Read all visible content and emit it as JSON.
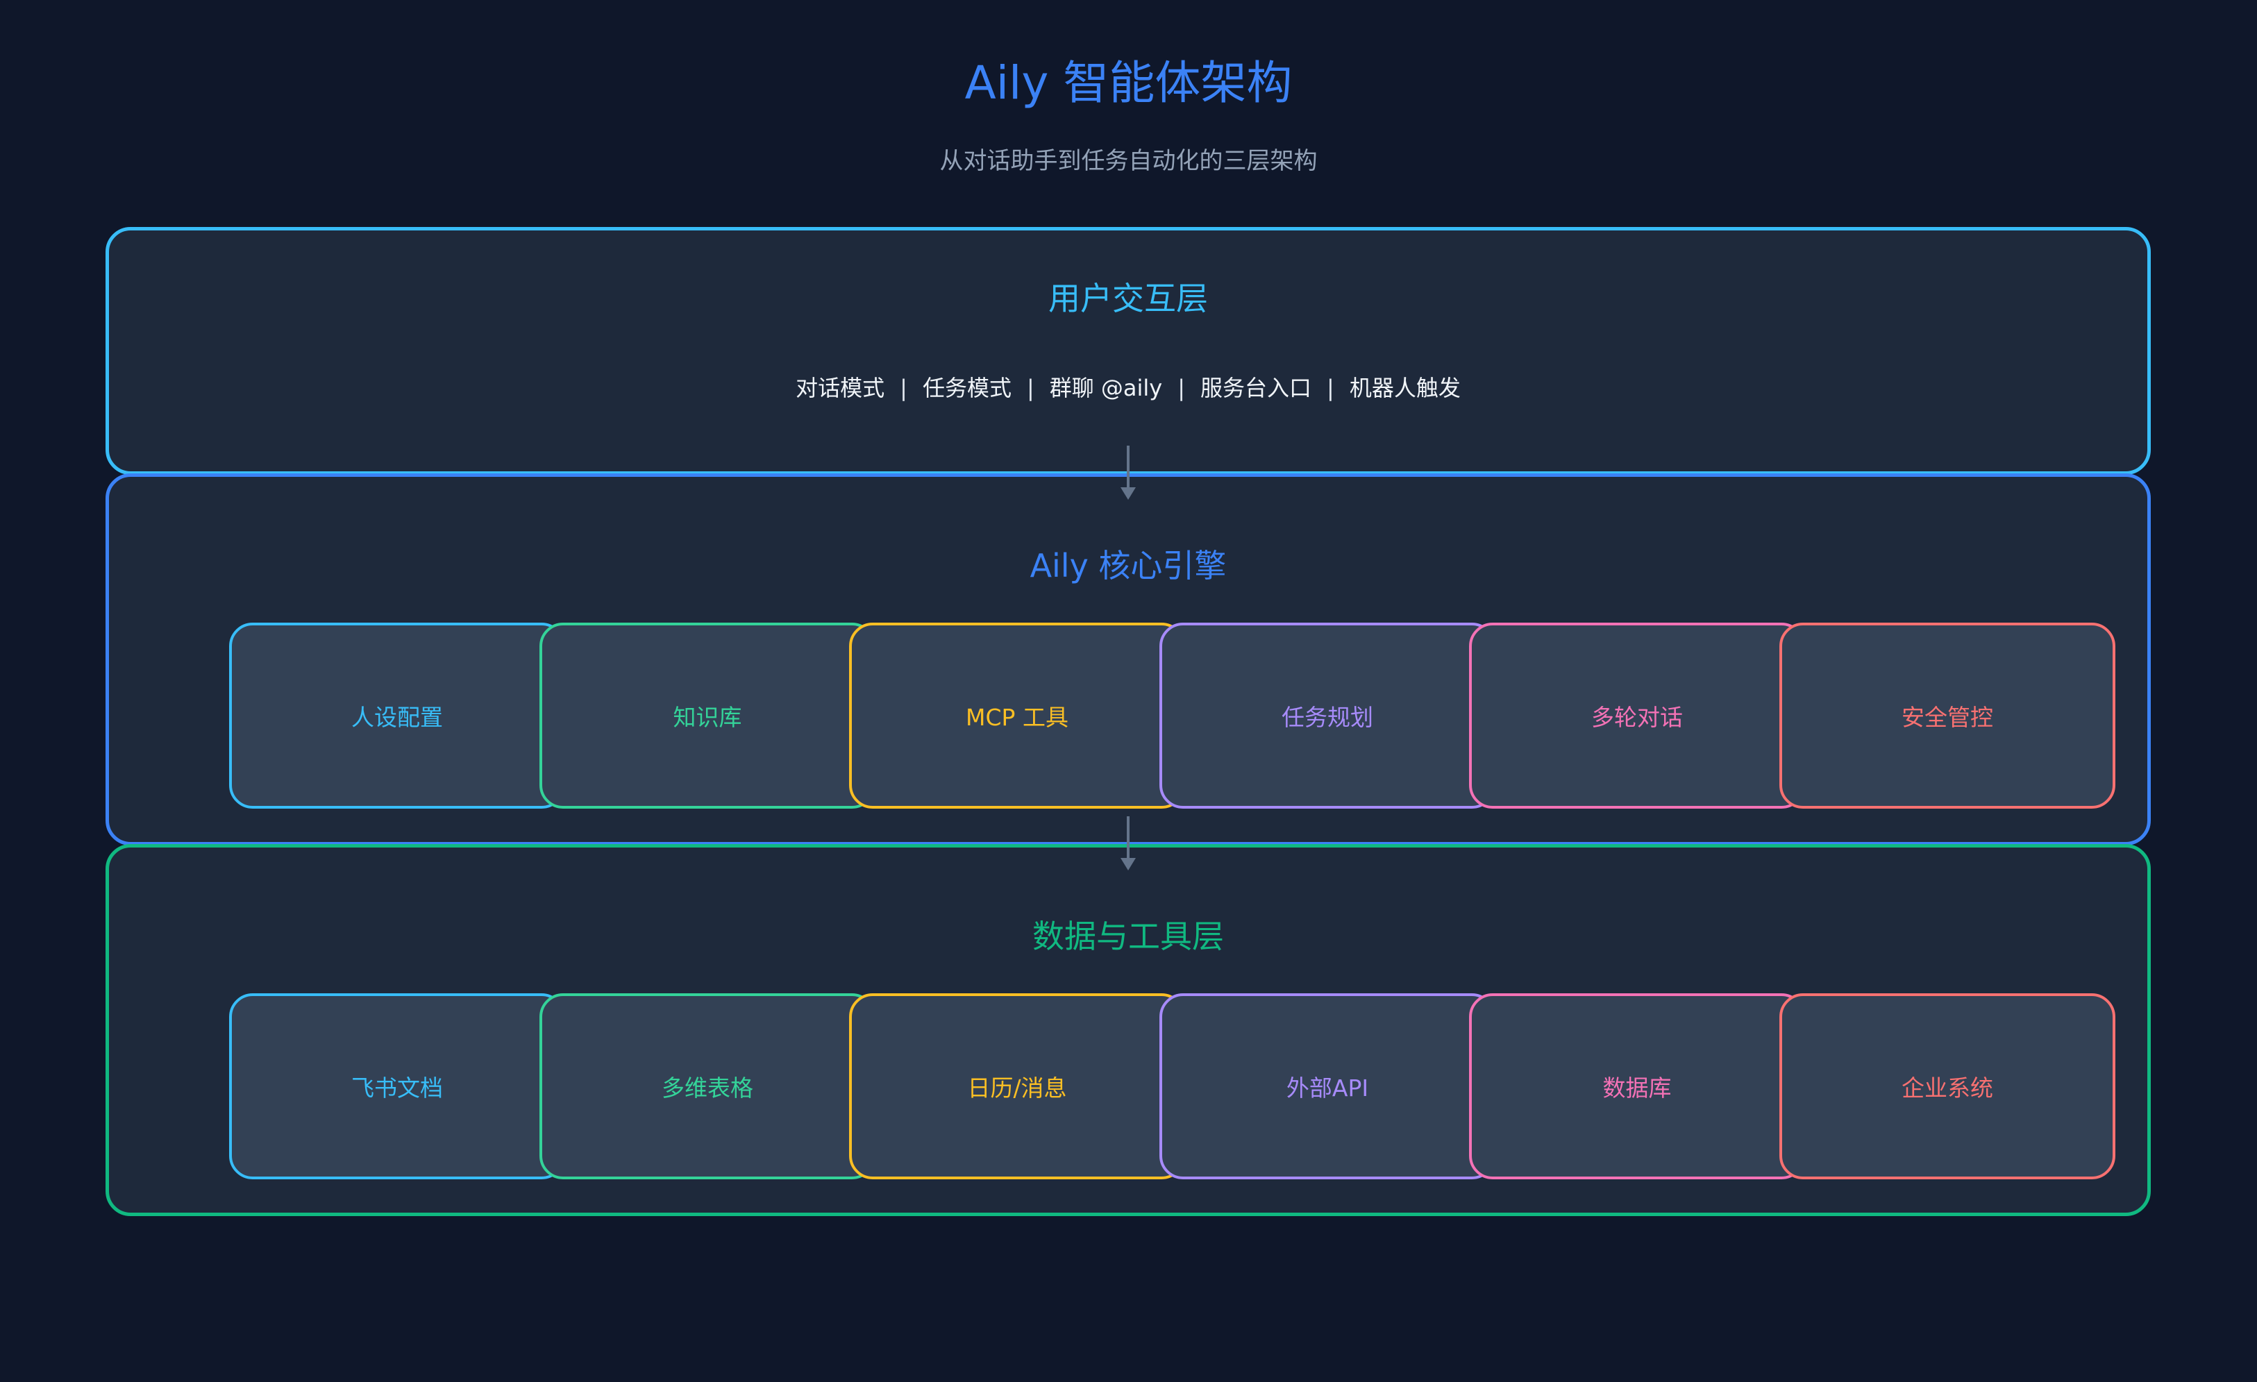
{
  "title": "Aily 智能体架构",
  "subtitle": "从对话助手到任务自动化的三层架构",
  "layers": {
    "user": {
      "title": "用户交互层",
      "separator": "|",
      "entries": [
        "对话模式",
        "任务模式",
        "群聊 @aily",
        "服务台入口",
        "机器人触发"
      ]
    },
    "core": {
      "title": "Aily 核心引擎",
      "modules": [
        {
          "label": "人设配置",
          "color": "#38bdf8"
        },
        {
          "label": "知识库",
          "color": "#34d399"
        },
        {
          "label": "MCP 工具",
          "color": "#fbbf24"
        },
        {
          "label": "任务规划",
          "color": "#a78bfa"
        },
        {
          "label": "多轮对话",
          "color": "#f472b6"
        },
        {
          "label": "安全管控",
          "color": "#f87171"
        }
      ]
    },
    "data": {
      "title": "数据与工具层",
      "modules": [
        {
          "label": "飞书文档",
          "color": "#38bdf8"
        },
        {
          "label": "多维表格",
          "color": "#34d399"
        },
        {
          "label": "日历/消息",
          "color": "#fbbf24"
        },
        {
          "label": "外部API",
          "color": "#a78bfa"
        },
        {
          "label": "数据库",
          "color": "#f472b6"
        },
        {
          "label": "企业系统",
          "color": "#f87171"
        }
      ]
    }
  },
  "colors": {
    "background": "#0f172a",
    "panel": "#1e293b",
    "module": "#334155",
    "user_layer": "#38bdf8",
    "core_layer": "#3b82f6",
    "data_layer": "#10b981",
    "arrow": "#64748b"
  }
}
